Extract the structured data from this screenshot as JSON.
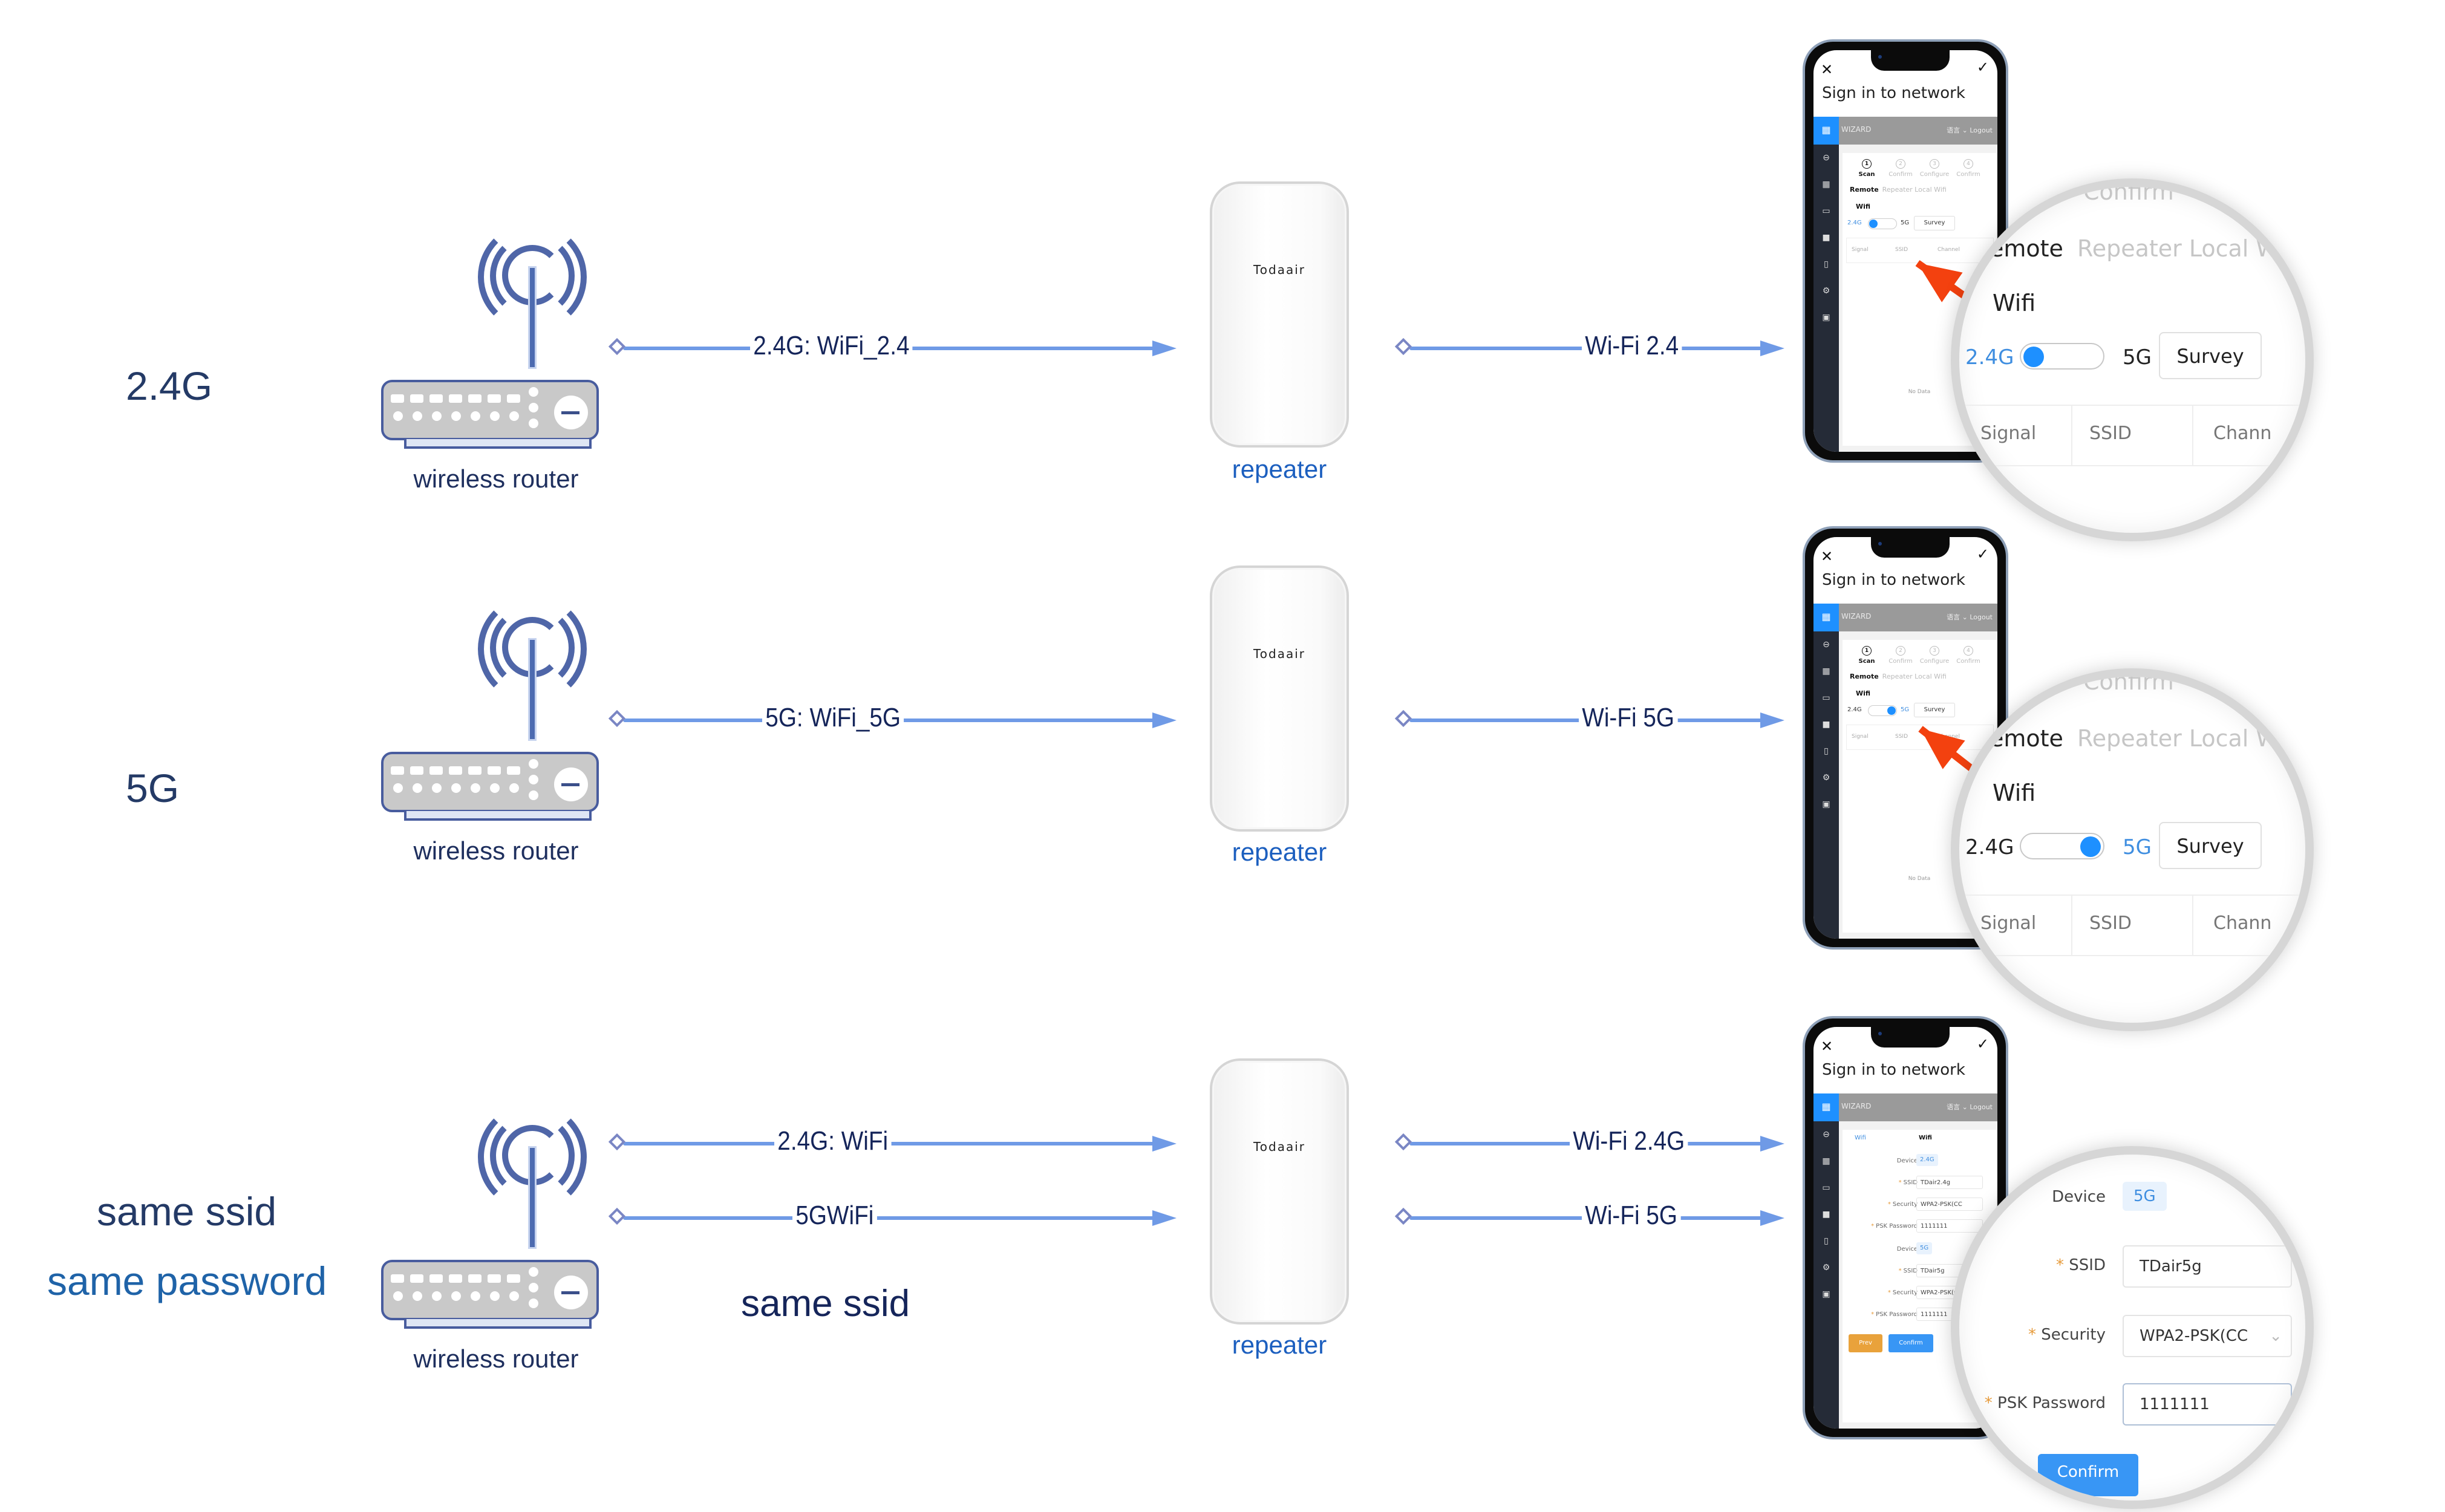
{
  "diagram": {
    "colors": {
      "line": "#6f9ae6",
      "label_dark": "#1e2f5e",
      "label_blue": "#1c5fbf",
      "accent": "#1e90ff",
      "pointer": "#f3410f"
    },
    "rows": [
      {
        "mode_label": "2.4G",
        "router_label": "wireless router",
        "uplinks": [
          {
            "label": "2.4G: WiFi_2.4"
          }
        ],
        "repeater_brand": "Todaair",
        "repeater_label": "repeater",
        "downlinks": [
          {
            "label": "Wi-Fi 2.4"
          }
        ]
      },
      {
        "mode_label": "5G",
        "router_label": "wireless router",
        "uplinks": [
          {
            "label": "5G: WiFi_5G"
          }
        ],
        "repeater_brand": "Todaair",
        "repeater_label": "repeater",
        "downlinks": [
          {
            "label": "Wi-Fi 5G"
          }
        ]
      },
      {
        "mode_label": "same ssid",
        "mode_label_2": "same password",
        "router_label": "wireless router",
        "uplinks": [
          {
            "label": "2.4G: WiFi"
          },
          {
            "label": "5GWiFi"
          }
        ],
        "uplink_note": "same ssid",
        "repeater_brand": "Todaair",
        "repeater_label": "repeater",
        "downlinks": [
          {
            "label": "Wi-Fi 2.4G"
          },
          {
            "label": "Wi-Fi 5G"
          }
        ]
      }
    ]
  },
  "phone": {
    "close_icon": "✕",
    "check_icon": "✓",
    "title": "Sign in to network",
    "header": {
      "logo_icon": "grid-icon",
      "section": "WIZARD",
      "language": "语言 ⌄",
      "logout": "Logout"
    },
    "sidebar_icons": [
      "network-icon",
      "grid-icon",
      "monitor-icon",
      "display-icon",
      "tablet-icon",
      "gear-icon",
      "save-icon"
    ],
    "steps": [
      {
        "num": "1",
        "label": "Scan",
        "active": true
      },
      {
        "num": "2",
        "label": "Confirm",
        "active": false
      },
      {
        "num": "3",
        "label": "Configure",
        "active": false
      },
      {
        "num": "4",
        "label": "Confirm",
        "active": false
      }
    ],
    "tabs": {
      "remote": "Remote",
      "local": "Repeater Local Wifi"
    },
    "wifi_heading": "Wifi",
    "band_24": "2.4G",
    "band_5": "5G",
    "survey": "Survey",
    "table_headers": [
      "Signal",
      "SSID",
      "Channel"
    ],
    "no_data": "No Data",
    "screens": [
      {
        "selected_band": "2.4G",
        "toggle_position": 0
      },
      {
        "selected_band": "5G",
        "toggle_position": 1
      }
    ],
    "form": {
      "tab_left": "Wifi",
      "tab_right": "Wifi",
      "device_label": "Device",
      "ssid_label": "SSID",
      "security_label": "Security",
      "psk_label": "PSK Password",
      "groups": [
        {
          "device": "2.4G",
          "ssid": "TDair2.4g",
          "security": "WPA2-PSK(CC",
          "psk": "1111111"
        },
        {
          "device": "5G",
          "ssid": "TDair5g",
          "security": "WPA2-PSK(CC",
          "psk": "1111111"
        }
      ],
      "prev": "Prev",
      "confirm": "Confirm"
    },
    "magnifier": {
      "ghost_top": "Confirm",
      "remote_partial": "emote",
      "local_partial": "Repeater Local W",
      "wifi": "Wifi",
      "signal": "Signal",
      "ssid": "SSID",
      "channel_partial": "Chann"
    }
  }
}
